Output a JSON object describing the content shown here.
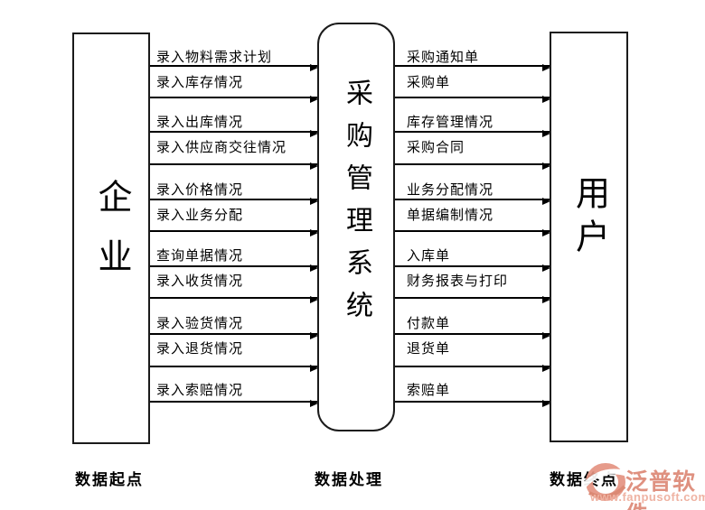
{
  "diagram": {
    "entity_left": "企业",
    "system": "采购管理系统",
    "entity_right": "用户",
    "left_flows": [
      {
        "label": "录入物料需求计划"
      },
      {
        "label": "录入库存情况"
      },
      {
        "label": "录入出库情况"
      },
      {
        "label": "录入供应商交往情况"
      },
      {
        "label": "录入价格情况"
      },
      {
        "label": "录入业务分配"
      },
      {
        "label": "查询单据情况"
      },
      {
        "label": "录入收货情况"
      },
      {
        "label": "录入验货情况"
      },
      {
        "label": "录入退货情况"
      },
      {
        "label": "录入索赔情况"
      }
    ],
    "right_flows": [
      {
        "label": "采购通知单"
      },
      {
        "label": "采购单"
      },
      {
        "label": "库存管理情况"
      },
      {
        "label": "采购合同"
      },
      {
        "label": "业务分配情况"
      },
      {
        "label": "单据编制情况"
      },
      {
        "label": "入库单"
      },
      {
        "label": "财务报表与打印"
      },
      {
        "label": "付款单"
      },
      {
        "label": "退货单"
      },
      {
        "label": "索赔单"
      }
    ],
    "footers": {
      "left": "数据起点",
      "center": "数据处理",
      "right": "数据终点"
    },
    "line_color": "#000000"
  },
  "watermark": {
    "brand": "泛普软件",
    "url": "www.fanpusoft.com",
    "brand_color": "#df9180",
    "url_color": "#efb3a3",
    "logo_color": "#e49382"
  }
}
